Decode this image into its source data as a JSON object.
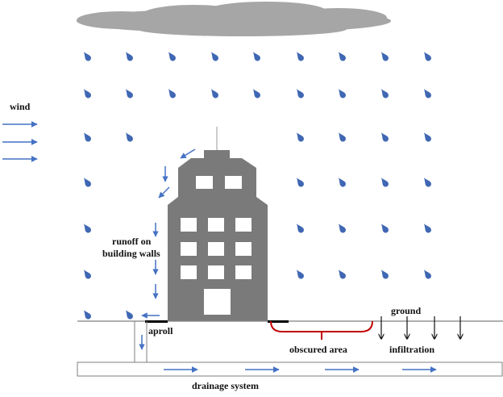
{
  "labels": {
    "wind": "wind",
    "runoff_line1": "runoff on",
    "runoff_line2": "building walls",
    "aproll": "aproll",
    "ground": "ground",
    "obscured_area": "obscured area",
    "infiltration": "infiltration",
    "drainage_system": "drainage system"
  },
  "colors": {
    "cloud": "#a6a6a6",
    "building": "#7a7a7a",
    "window": "#ffffff",
    "raindrop": "#3f67b3",
    "arrow": "#4472c4",
    "obscured_line": "#c00000",
    "aproll_line": "#000000",
    "ground_line": "#7f7f7f"
  },
  "icons": {
    "raindrop": "raindrop-icon",
    "wind_arrow": "arrow-right-icon",
    "infiltration_arrow": "arrow-down-icon"
  }
}
